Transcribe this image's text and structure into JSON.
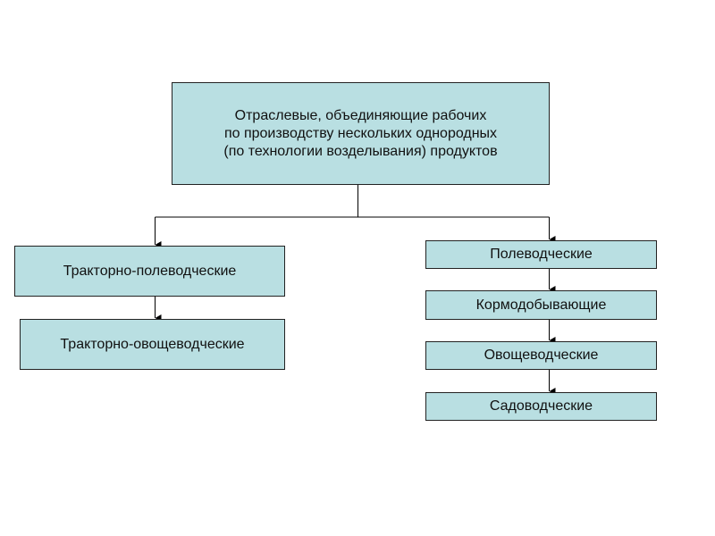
{
  "root": {
    "lines": [
      "Отраслевые, объединяющие рабочих",
      "по производству нескольких однородных",
      "(по технологии возделывания) продуктов"
    ]
  },
  "left": [
    "Тракторно-полеводческие",
    "Тракторно-овощеводческие"
  ],
  "right": [
    "Полеводческие",
    "Кормодобывающие",
    "Овощеводческие",
    "Садоводческие"
  ]
}
